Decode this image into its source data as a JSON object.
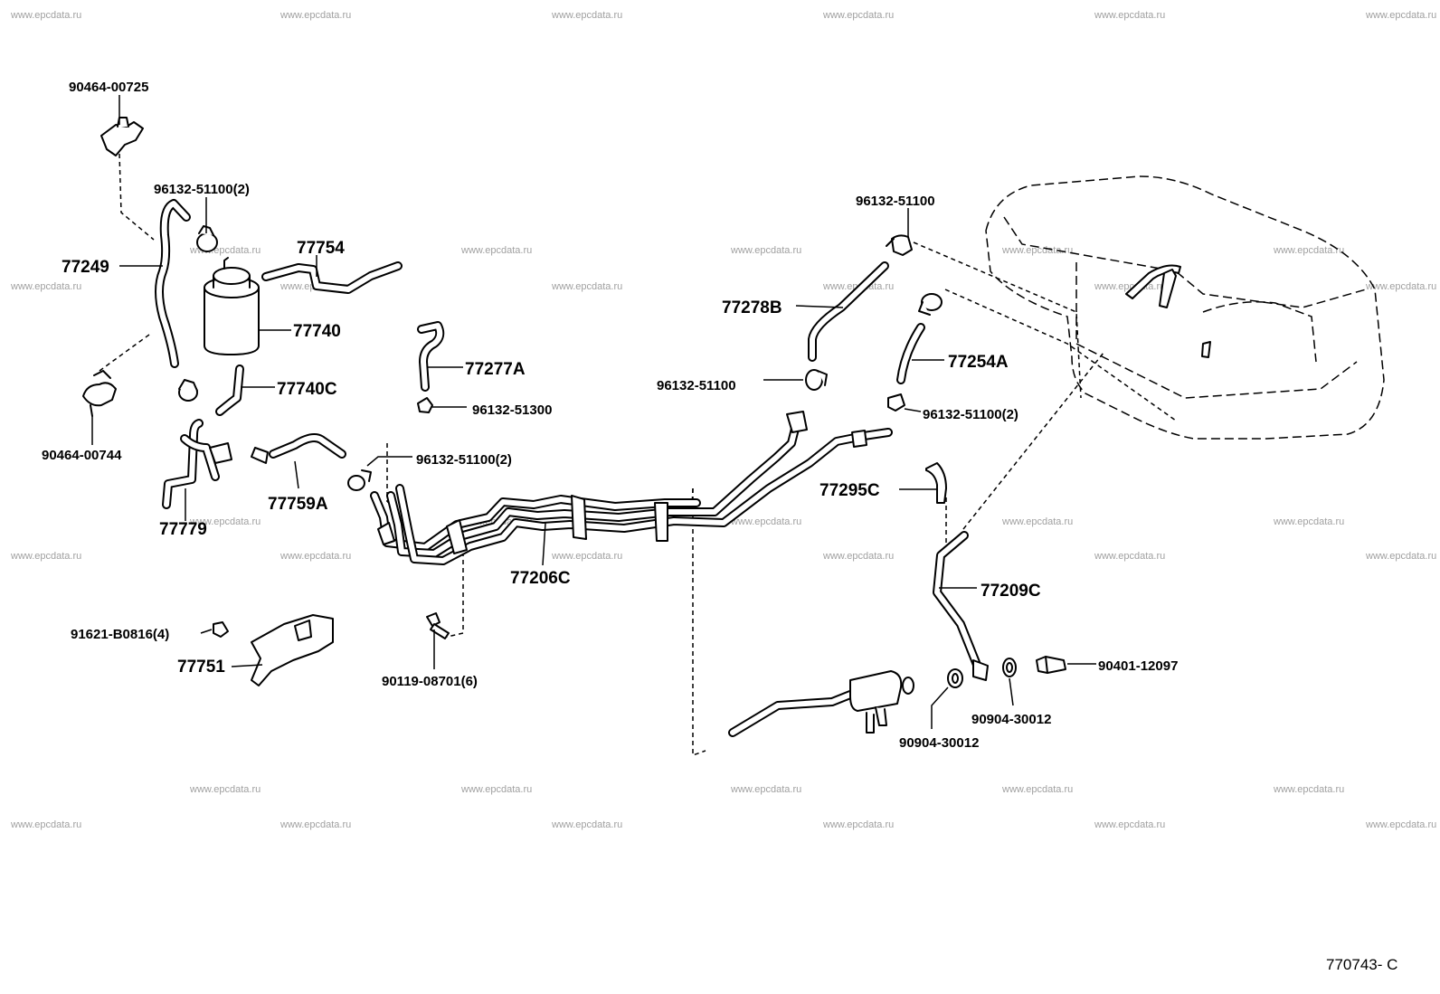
{
  "watermark": "www.epcdata.ru",
  "ref_code": "770743- C",
  "labels": {
    "p90464_00725": "90464-00725",
    "p96132_51100_2a": "96132-51100(2)",
    "p77249": "77249",
    "p77754": "77754",
    "p77740": "77740",
    "p90464_00744": "90464-00744",
    "p77740c": "77740C",
    "p77277a": "77277A",
    "p96132_51300": "96132-51300",
    "p96132_51100_2b": "96132-51100(2)",
    "p77779": "77779",
    "p77759a": "77759A",
    "p77206c": "77206C",
    "p91621_b0816": "91621-B0816(4)",
    "p77751": "77751",
    "p90119_08701": "90119-08701(6)",
    "p96132_51100_top": "96132-51100",
    "p77278b": "77278B",
    "p77254a": "77254A",
    "p96132_51100_mid": "96132-51100",
    "p96132_51100_2c": "96132-51100(2)",
    "p77295c": "77295C",
    "p77209c": "77209C",
    "p90401_12097": "90401-12097",
    "p90904_30012_a": "90904-30012",
    "p90904_30012_b": "90904-30012"
  }
}
